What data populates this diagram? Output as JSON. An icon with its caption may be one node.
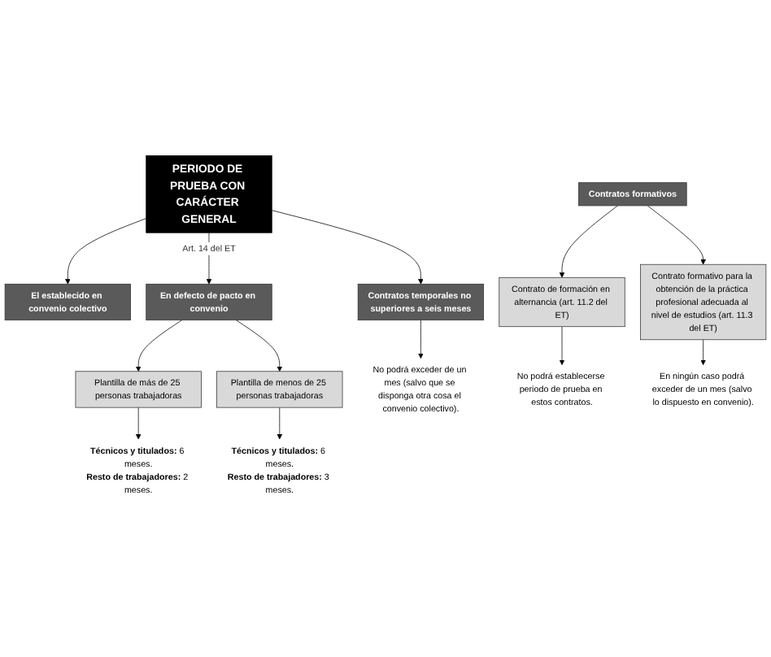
{
  "diagram": {
    "nodes": [
      {
        "text": [
          "PERIODO DE PRUEBA CON CARÁCTER GENERAL"
        ]
      },
      {
        "text": [
          "El establecido en convenio colectivo"
        ]
      },
      {
        "text": [
          "En defecto de pacto en convenio"
        ]
      },
      {
        "text": [
          "Contratos temporales no superiores a seis meses"
        ]
      },
      {
        "text": [
          "Plantilla de más de 25 personas trabajadoras"
        ]
      },
      {
        "text": [
          "Plantilla de menos de 25 personas trabajadoras"
        ]
      },
      {
        "text": [
          "No podrá exceder de un mes (salvo que se disponga otra cosa el convenio colectivo)."
        ]
      },
      {
        "text": [
          "**Técnicos y titulados:** 6 meses.",
          "**Resto de trabajadores:** 2 meses."
        ]
      },
      {
        "text": [
          "**Técnicos y titulados:** 6 meses.",
          "**Resto de trabajadores:** 3 meses."
        ]
      },
      {
        "text": [
          "Contratos formativos"
        ]
      },
      {
        "text": [
          "Contrato de formación en alternancia (art. 11.2 del ET)"
        ]
      },
      {
        "text": [
          "Contrato formativo para la obtención de la práctica profesional adecuada al nivel de estudios (art. 11.3 del ET)"
        ]
      },
      {
        "text": [
          "No podrá establecerse periodo de prueba en estos contratos."
        ]
      },
      {
        "text": [
          "En ningún caso podrá exceder de un mes (salvo lo dispuesto en convenio)."
        ]
      }
    ],
    "edges": [
      {
        "from": 0,
        "to": 1,
        "arrow": "to"
      },
      {
        "from": 0,
        "to": 2,
        "arrow": "to",
        "label": "Art. 14 del ET"
      },
      {
        "from": 0,
        "to": 3,
        "arrow": "to"
      },
      {
        "from": 3,
        "to": 6,
        "arrow": "to"
      },
      {
        "from": 2,
        "to": 4,
        "arrow": "to"
      },
      {
        "from": 2,
        "to": 5,
        "arrow": "to"
      },
      {
        "from": 4,
        "to": 7,
        "arrow": "to"
      },
      {
        "from": 5,
        "to": 8,
        "arrow": "to"
      },
      {
        "from": 9,
        "to": 10,
        "arrow": "to"
      },
      {
        "from": 9,
        "to": 11,
        "arrow": "to"
      },
      {
        "from": 10,
        "to": 12,
        "arrow": "to"
      },
      {
        "from": 11,
        "to": 13,
        "arrow": "to"
      }
    ]
  }
}
